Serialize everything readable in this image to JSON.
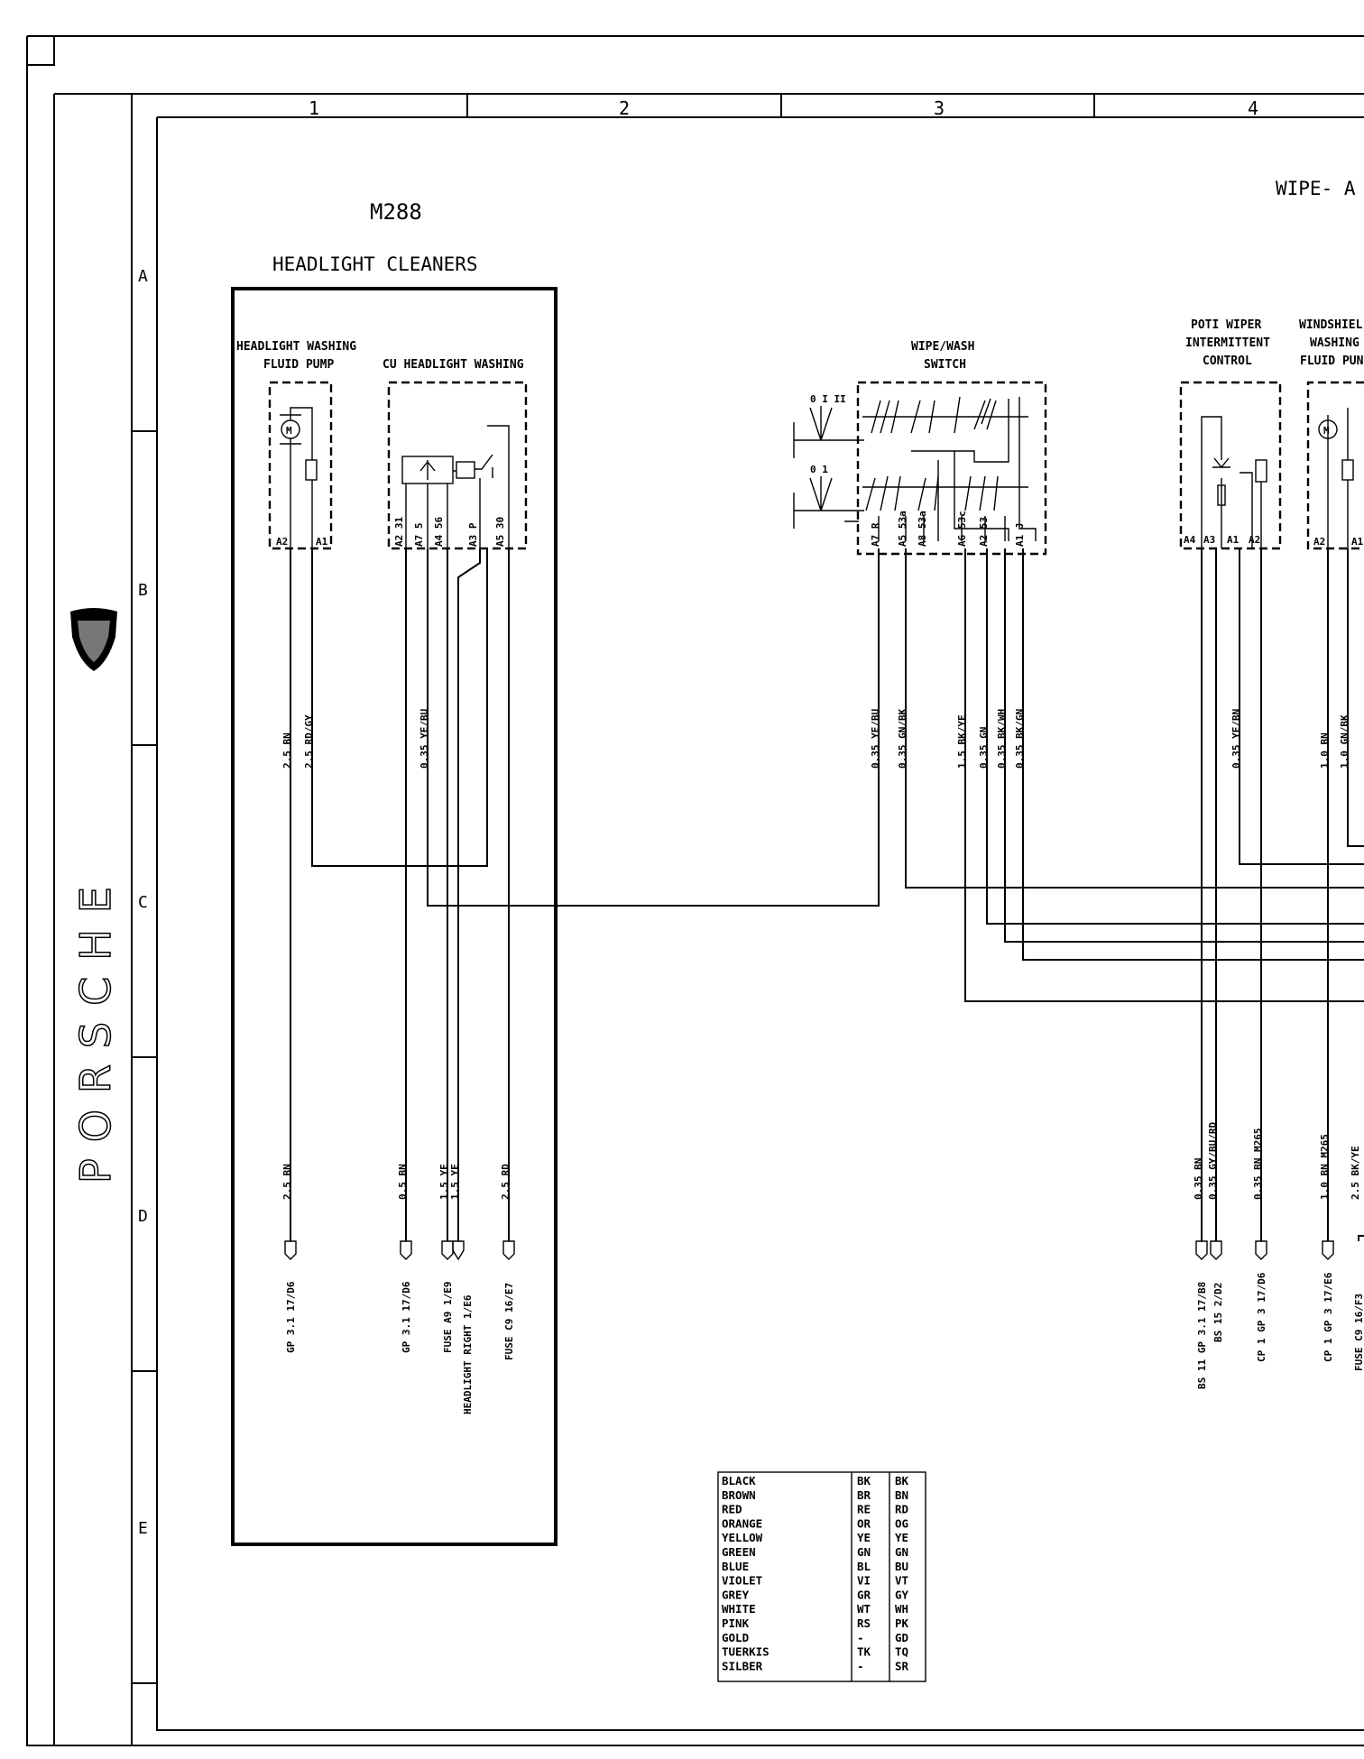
{
  "brand": "PORSCHE",
  "page_heading": "WIPE- A",
  "columns": [
    "1",
    "2",
    "3",
    "4"
  ],
  "rows": [
    "A",
    "B",
    "C",
    "D",
    "E"
  ],
  "module": {
    "code": "M288",
    "title": "HEADLIGHT CLEANERS"
  },
  "components": {
    "headlight_pump": {
      "line1": "HEADLIGHT WASHING",
      "line2": "FLUID PUMP",
      "pins": [
        "A2",
        "A1"
      ]
    },
    "cu_headlight": {
      "line1": "CU HEADLIGHT WASHING",
      "pins": [
        "A2 31",
        "A7 5",
        "A4 56",
        "A3 P",
        "A5 30"
      ]
    },
    "wipe_switch": {
      "line1": "WIPE/WASH",
      "line2": "SWITCH",
      "pins": [
        "A7 R",
        "A5 53a",
        "A8 53a",
        "A6 53c",
        "A2 53",
        "A1 J"
      ],
      "pos1": "0 I II",
      "pos2": "0 1"
    },
    "poti": {
      "line1": "POTI WIPER",
      "line2": "INTERMITTENT",
      "line3": "CONTROL",
      "pins": [
        "A4",
        "A3",
        "A1",
        "A2"
      ]
    },
    "windshield_pump": {
      "line1": "WINDSHIEL",
      "line2": "WASHING",
      "line3": "FLUID PUN",
      "pins": [
        "A2",
        "A1"
      ]
    }
  },
  "wires": [
    "2.5 BN",
    "2.5 RD/GY",
    "0.35 YE/BU",
    "0.35 YE/BU",
    "0.35 GN/BK",
    "1.5 BK/YE",
    "0.35 GN",
    "0.35 BK/WH",
    "0.35 BK/GN",
    "0.35 YE/BN",
    "1.0 BN",
    "1.0 GN/BK"
  ],
  "bottom_wires": [
    "2.5 BN",
    "0.5 BN",
    "1.5 YE",
    "1.5 YE",
    "2.5 RD",
    "0.35 BN",
    "0.35 GY/BU/RD",
    "0.35 BN  M265",
    "1.0 BN  M265",
    "2.5 BK/YE"
  ],
  "destinations": [
    "GP 3.1  17/D6",
    "GP 3.1  17/D6",
    "FUSE A9  1/E9",
    "HEADLIGHT RIGHT  1/E6",
    "FUSE C9  16/E7",
    "BS 11 GP 3.1 17/B8",
    "BS 15  2/D2",
    "CP 1 GP 3  17/D6",
    "CP 1 GP 3  17/E6",
    "FUSE C9  16/F3"
  ],
  "legend": [
    [
      "BLACK",
      "BK",
      "BK"
    ],
    [
      "BROWN",
      "BR",
      "BN"
    ],
    [
      "RED",
      "RE",
      "RD"
    ],
    [
      "ORANGE",
      "OR",
      "OG"
    ],
    [
      "YELLOW",
      "YE",
      "YE"
    ],
    [
      "GREEN",
      "GN",
      "GN"
    ],
    [
      "BLUE",
      "BL",
      "BU"
    ],
    [
      "VIOLET",
      "VI",
      "VT"
    ],
    [
      "GREY",
      "GR",
      "GY"
    ],
    [
      "WHITE",
      "WT",
      "WH"
    ],
    [
      "PINK",
      "RS",
      "PK"
    ],
    [
      "GOLD",
      "-",
      "GD"
    ],
    [
      "TUERKIS",
      "TK",
      "TQ"
    ],
    [
      "SILBER",
      "-",
      "SR"
    ]
  ]
}
